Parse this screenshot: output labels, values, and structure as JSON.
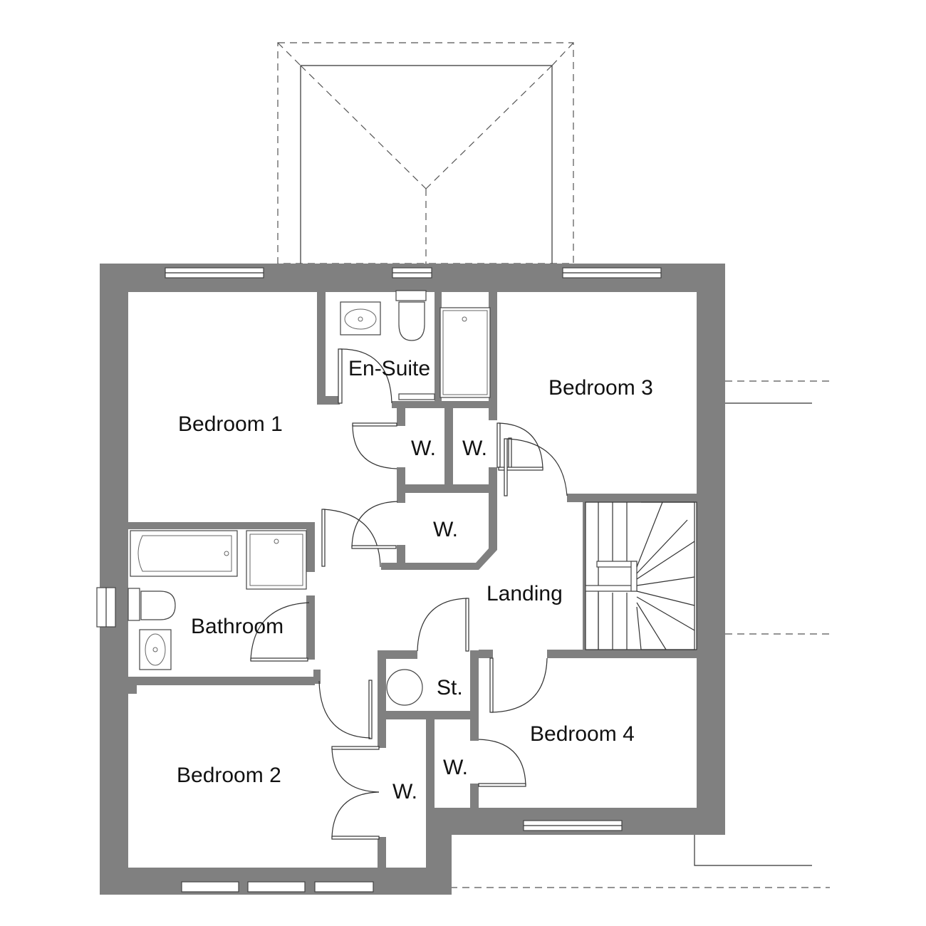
{
  "rooms": {
    "bedroom1": "Bedroom 1",
    "ensuite": "En-Suite",
    "bedroom3": "Bedroom 3",
    "landing": "Landing",
    "bathroom": "Bathroom",
    "bedroom2": "Bedroom 2",
    "bedroom4": "Bedroom 4",
    "storage": "St.",
    "wardrobe_a": "W.",
    "wardrobe_b": "W.",
    "wardrobe_c": "W.",
    "wardrobe_d": "W.",
    "wardrobe_e": "W."
  },
  "colors": {
    "wall": "#808080",
    "line": "#333333",
    "background": "#ffffff"
  }
}
